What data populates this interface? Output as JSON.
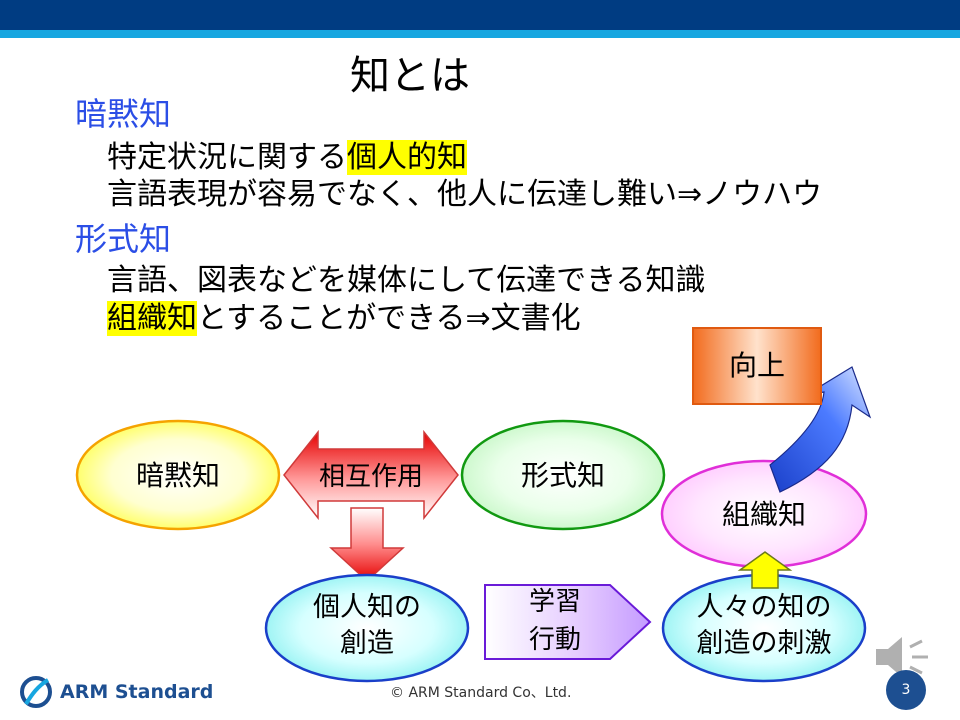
{
  "slide": {
    "title": "知とは",
    "tacit": {
      "heading": "暗黙知",
      "line1_before": "特定状況に関する",
      "line1_highlight": "個人的知",
      "line2": "言語表現が容易でなく、他人に伝達し難い⇒ノウハウ"
    },
    "explicit": {
      "heading": "形式知",
      "line1": "言語、図表などを媒体にして伝達できる知識",
      "line2_highlight": "組織知",
      "line2_after": "とすることができる⇒文書化"
    }
  },
  "diagram": {
    "tacit_label": "暗黙知",
    "interaction_label": "相互作用",
    "explicit_label": "形式知",
    "org_label": "組織知",
    "improve_label": "向上",
    "personal_line1": "個人知の",
    "personal_line2": "創造",
    "learning_line1": "学習",
    "learning_line2": "行動",
    "stimulus_line1": "人々の知の",
    "stimulus_line2": "創造の刺激"
  },
  "footer": {
    "copyright": "© ARM Standard Co、Ltd.",
    "logo_text": "ARM Standard",
    "page_number": "3"
  }
}
